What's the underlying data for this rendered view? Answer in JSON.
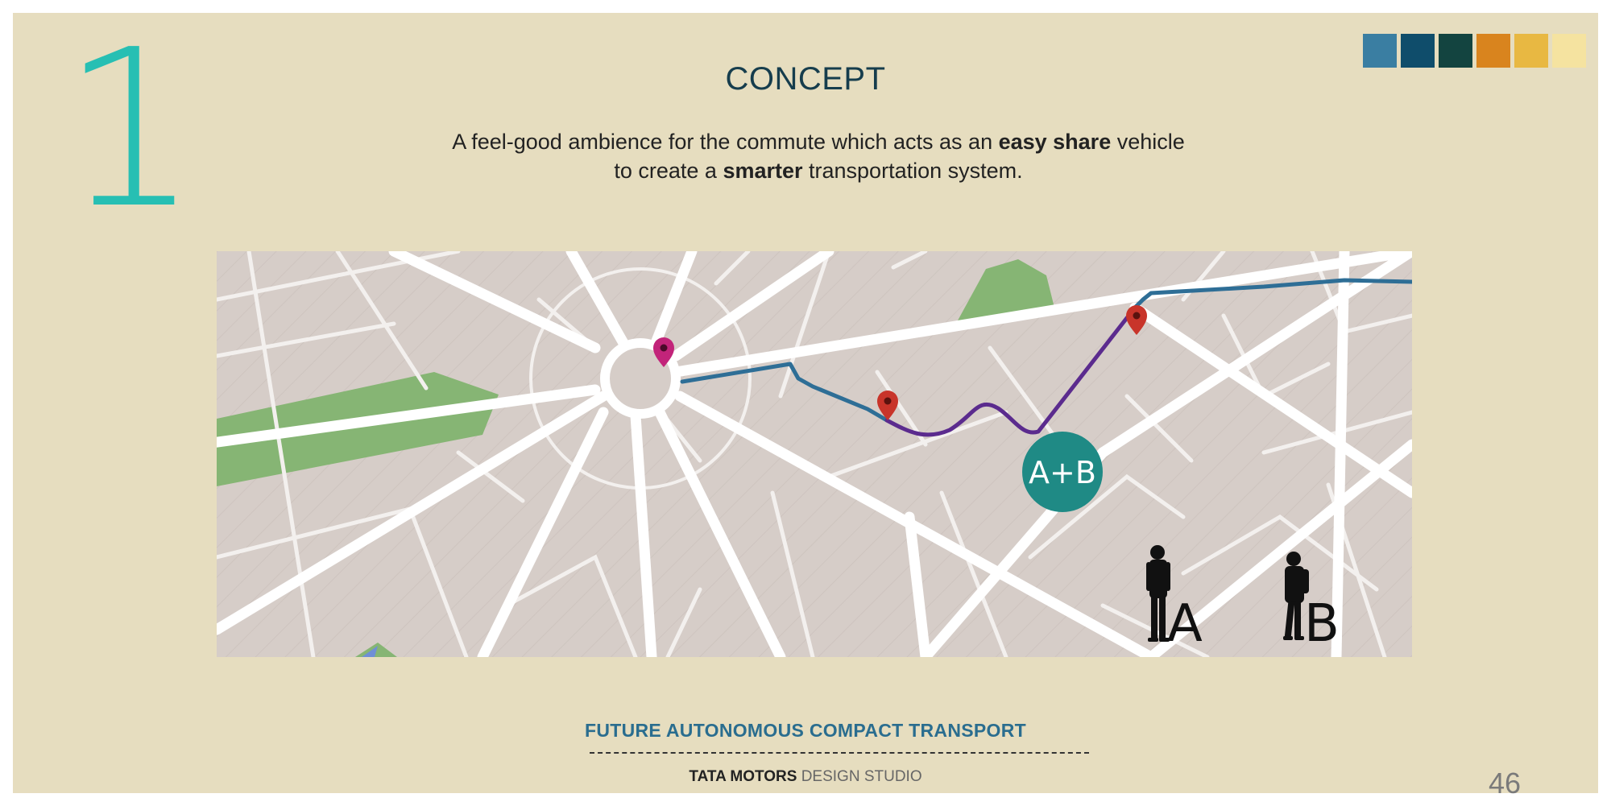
{
  "slide": {
    "big_number": "1",
    "title": "CONCEPT",
    "tagline": {
      "line1_pre": "A feel-good ambience for the commute which acts as an ",
      "line1_bold": "easy share",
      "line1_post": " vehicle",
      "line2_pre": "to create a ",
      "line2_bold": "smarter",
      "line2_post": " transportation system."
    },
    "palette": [
      "#3a7ea2",
      "#0f4d6b",
      "#134440",
      "#d9841e",
      "#e8b842",
      "#f5e3a0"
    ]
  },
  "map": {
    "shared_label": "A+B",
    "person_a_label": "A",
    "person_b_label": "B",
    "route_colors": {
      "blue": "#2e6e96",
      "purple": "#5b2b8e"
    },
    "pin_colors": {
      "origin": "#c2247a",
      "pickup": "#c8342a"
    }
  },
  "footer": {
    "project_title": "FUTURE AUTONOMOUS COMPACT TRANSPORT",
    "brand_bold": "TATA MOTORS",
    "brand_light": " DESIGN STUDIO",
    "page_number": "46"
  }
}
